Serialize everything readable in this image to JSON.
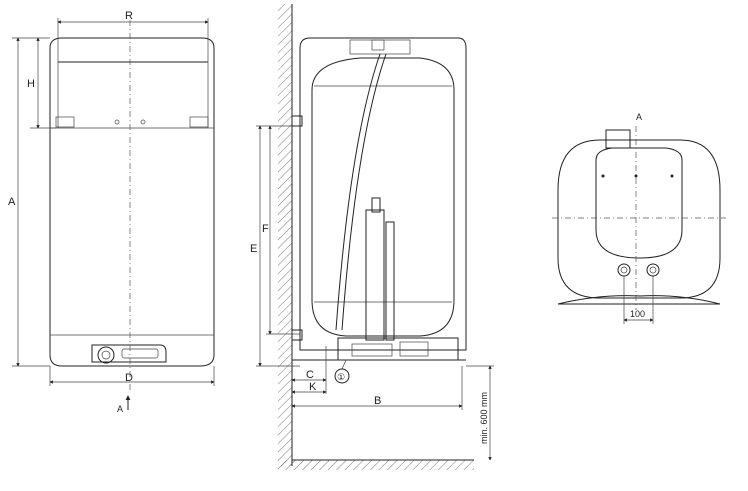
{
  "labels": {
    "front_width_top": "R",
    "front_height_top": "H",
    "front_total_height": "A",
    "front_width_bottom": "D",
    "view_arrow": "A",
    "side_e": "E",
    "side_f": "F",
    "side_c": "C",
    "side_k": "K",
    "side_b": "B",
    "side_callout": "①",
    "side_clearance": "min. 600 mm",
    "bottom_view_title": "A",
    "bottom_spacing": "100"
  },
  "colors": {
    "line": "#222222",
    "wall_hatch": "#555555",
    "insulation": "#cfcfcf"
  }
}
